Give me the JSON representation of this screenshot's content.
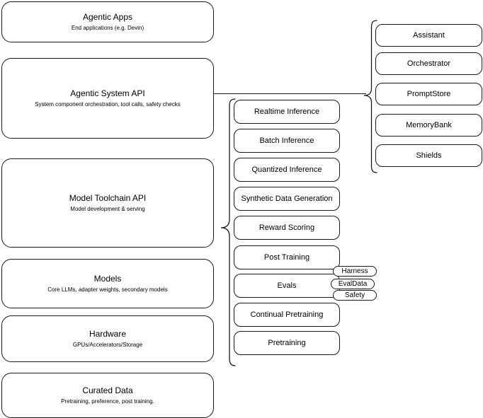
{
  "diagram": {
    "stack": [
      {
        "title": "Agentic Apps",
        "subtitle": "End applications (e.g. Devin)"
      },
      {
        "title": "Agentic System API",
        "subtitle": "System component orchestration, tool calls, safety checks"
      },
      {
        "title": "Model Toolchain API",
        "subtitle": "Model development & serving"
      },
      {
        "title": "Models",
        "subtitle": "Core LLMs, adapter weights, secondary models"
      },
      {
        "title": "Hardware",
        "subtitle": "GPUs/Accelerators/Storage"
      },
      {
        "title": "Curated Data",
        "subtitle": "Pretraining, preference, post training."
      }
    ],
    "toolchain_items": [
      {
        "label": "Realtime Inference"
      },
      {
        "label": "Batch Inference"
      },
      {
        "label": "Quantized Inference"
      },
      {
        "label": "Synthetic Data Generation"
      },
      {
        "label": "Reward Scoring"
      },
      {
        "label": "Post Training"
      },
      {
        "label": "Evals"
      },
      {
        "label": "Continual Pretraining"
      },
      {
        "label": "Pretraining"
      }
    ],
    "eval_badges": [
      {
        "label": "Harness"
      },
      {
        "label": "EvalData"
      },
      {
        "label": "Safety"
      }
    ],
    "system_items": [
      {
        "label": "Assistant"
      },
      {
        "label": "Orchestrator"
      },
      {
        "label": "PromptStore"
      },
      {
        "label": "MemoryBank"
      },
      {
        "label": "Shields"
      }
    ],
    "colors": {
      "stroke": "#1a1a1a",
      "background": "#ffffff",
      "text": "#000000"
    }
  }
}
